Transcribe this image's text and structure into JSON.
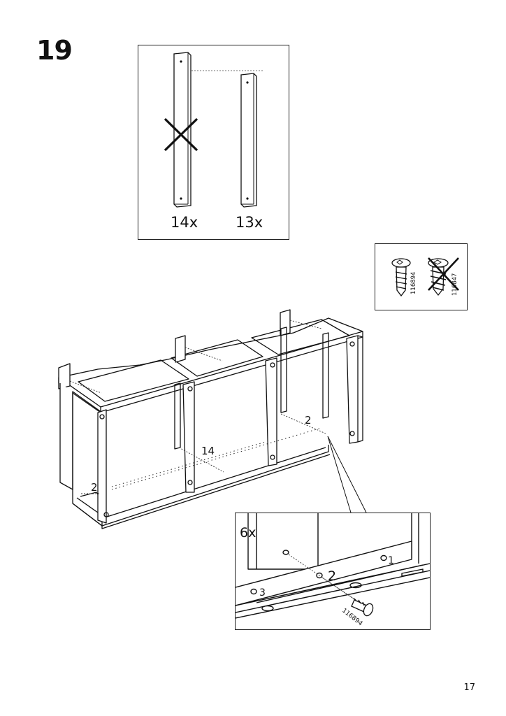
{
  "step": {
    "number": "19"
  },
  "boards": {
    "left_quantity": "14x",
    "right_quantity": "13x"
  },
  "screws": {
    "keep_code": "116894",
    "discard_code": "116847"
  },
  "main": {
    "label_left_two": "2",
    "label_center_fourteen": "14",
    "label_right_two": "2"
  },
  "detail": {
    "multiplier": "6x",
    "hole_1": "1",
    "hole_2": "2",
    "hole_3": "3",
    "screw_code": "116894"
  },
  "page": {
    "number": "17"
  }
}
